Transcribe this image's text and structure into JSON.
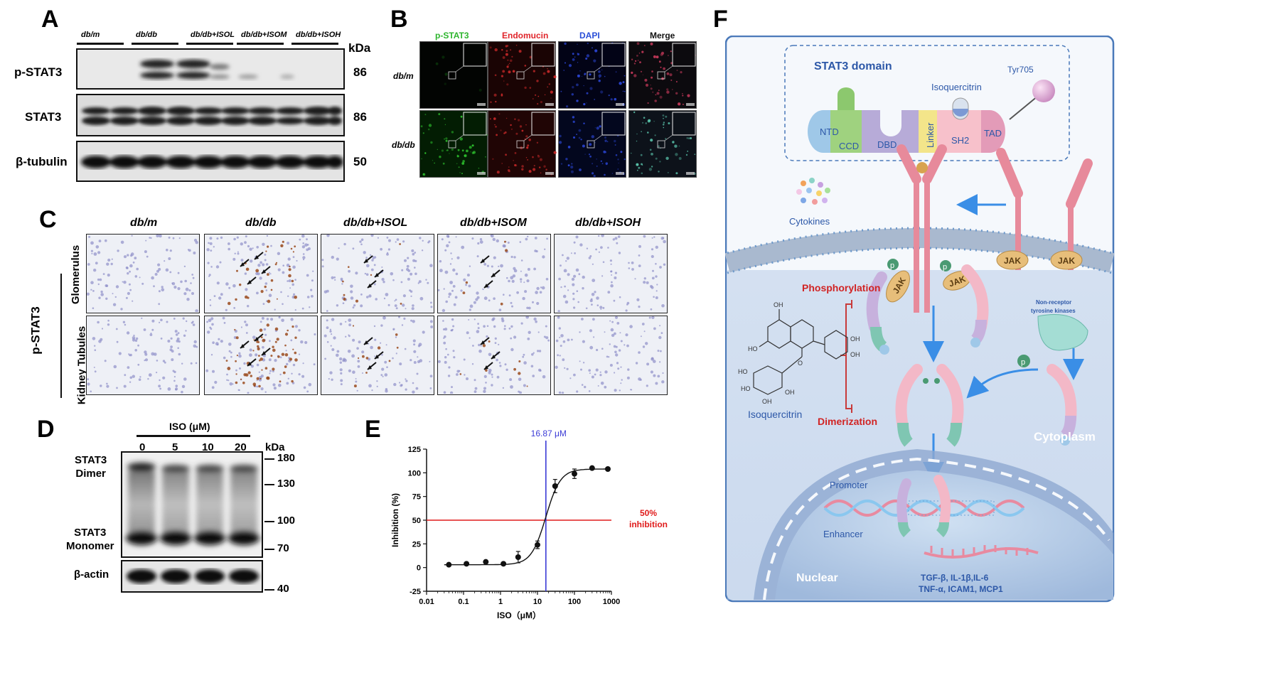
{
  "panel_labels": {
    "A": "A",
    "B": "B",
    "C": "C",
    "D": "D",
    "E": "E",
    "F": "F"
  },
  "A": {
    "groups": [
      "db/m",
      "db/db",
      "db/db+ISOL",
      "db/db+ISOM",
      "db/db+ISOH"
    ],
    "rows": [
      {
        "name": "p-STAT3",
        "kda": "86"
      },
      {
        "name": "STAT3",
        "kda": "86"
      },
      {
        "name": "β-tubulin",
        "kda": "50"
      }
    ],
    "kda_label": "kDa"
  },
  "B": {
    "channels": [
      "p-STAT3",
      "Endomucin",
      "DAPI",
      "Merge"
    ],
    "channel_colors": [
      "#2db52d",
      "#e0242a",
      "#2a4fd8",
      "#111111"
    ],
    "rows": [
      "db/m",
      "db/db"
    ]
  },
  "C": {
    "groups": [
      "db/m",
      "db/db",
      "db/db+ISOL",
      "db/db+ISOM",
      "db/db+ISOH"
    ],
    "side_label": "p-STAT3",
    "row_labels": [
      "Glomerulus",
      "Kidney Tubules"
    ]
  },
  "D": {
    "title": "ISO (μM)",
    "doses": [
      "0",
      "5",
      "10",
      "20"
    ],
    "kda_label": "kDa",
    "markers": [
      "180",
      "130",
      "100",
      "70",
      "40"
    ],
    "dimer_label": [
      "STAT3",
      "Dimer"
    ],
    "monomer_label": [
      "STAT3",
      "Monomer"
    ],
    "actin_label": "β-actin"
  },
  "E": {
    "chart_data": {
      "type": "scatter",
      "xlabel": "ISO（μM）",
      "ylabel": "Inhibition (%)",
      "x_scale": "log",
      "xlim": [
        0.01,
        1000
      ],
      "ylim": [
        -25,
        125
      ],
      "x_ticks": [
        "0.01",
        "0.1",
        "1",
        "10",
        "100",
        "1000"
      ],
      "y_ticks": [
        "-25",
        "0",
        "25",
        "50",
        "75",
        "100",
        "125"
      ],
      "points": [
        {
          "x": 0.04,
          "y": 3,
          "err": 0
        },
        {
          "x": 0.12,
          "y": 4,
          "err": 0
        },
        {
          "x": 0.4,
          "y": 6,
          "err": 0
        },
        {
          "x": 1.2,
          "y": 4,
          "err": 0
        },
        {
          "x": 3,
          "y": 11,
          "err": 6
        },
        {
          "x": 10,
          "y": 24,
          "err": 4
        },
        {
          "x": 30,
          "y": 86,
          "err": 7
        },
        {
          "x": 100,
          "y": 99,
          "err": 5
        },
        {
          "x": 300,
          "y": 105,
          "err": 0
        },
        {
          "x": 800,
          "y": 104,
          "err": 0
        }
      ],
      "ic50": 16.87,
      "ic50_label": "16.87 μM",
      "hline_y": 50,
      "hline_label": [
        "50%",
        "inhibition"
      ],
      "hline_color": "#e01b1b",
      "vline_color": "#3b3bd6"
    }
  },
  "F": {
    "domain_title": "STAT3 domain",
    "domains": [
      "NTD",
      "CCD",
      "DBD",
      "Linker",
      "SH2",
      "TAD"
    ],
    "tyr": "Tyr705",
    "isoquercitrin": "Isoquercitrin",
    "cytokines": "Cytokines",
    "jak": "JAK",
    "p": "p",
    "phosphorylation": "Phosphorylation",
    "dimerization": "Dimerization",
    "nonreceptor": [
      "Non-receptor",
      "tyrosine kinases"
    ],
    "cytoplasm": "Cytoplasm",
    "nuclear": "Nuclear",
    "promoter": "Promoter",
    "enhancer": "Enhancer",
    "genes": [
      "TGF-β, IL-1β,IL-6",
      "TNF-α, ICAM1, MCP1"
    ],
    "mol_labels": {
      "oh": "OH",
      "o": "O",
      "ho": "HO"
    }
  }
}
